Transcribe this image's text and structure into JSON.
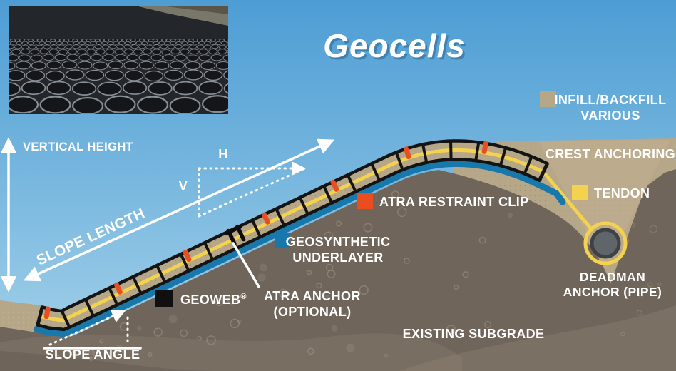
{
  "title": "Geocells",
  "colors": {
    "sky_top": "#4d9dd4",
    "sky_bottom": "#a6d3ea",
    "ground_tan": "#b7a789",
    "trench_tan": "#bcac8d",
    "subgrade_dark": "#6f655a",
    "subgrade_light": "#958878",
    "clip_orange": "#e84e20",
    "underlayer_blue": "#1878ab",
    "tendon_yellow": "#f2d24f",
    "geoweb_black": "#101010",
    "cell_edge_black": "#141414",
    "pipe_gray": "#60656a",
    "pipe_ring": "#3e4246",
    "text_white": "#ffffff"
  },
  "legend": {
    "infill": {
      "line1": "INFILL/BACKFILL",
      "line2": "VARIOUS"
    },
    "crest_anchoring": "CREST ANCHORING",
    "tendon": "TENDON",
    "atra_clip": "ATRA RESTRAINT CLIP",
    "underlayer": {
      "line1": "GEOSYNTHETIC",
      "line2": "UNDERLAYER"
    },
    "geoweb": {
      "name": "GEOWEB",
      "reg": "®"
    },
    "atra_anchor": {
      "line1": "ATRA ANCHOR",
      "line2": "(OPTIONAL)"
    },
    "deadman": {
      "line1": "DEADMAN",
      "line2": "ANCHOR (PIPE)"
    }
  },
  "annotations": {
    "vertical_height": "VERTICAL HEIGHT",
    "slope_length": "SLOPE LENGTH",
    "h": "H",
    "v": "V",
    "existing_subgrade": "EXISTING SUBGRADE",
    "slope_angle": "SLOPE ANGLE"
  }
}
